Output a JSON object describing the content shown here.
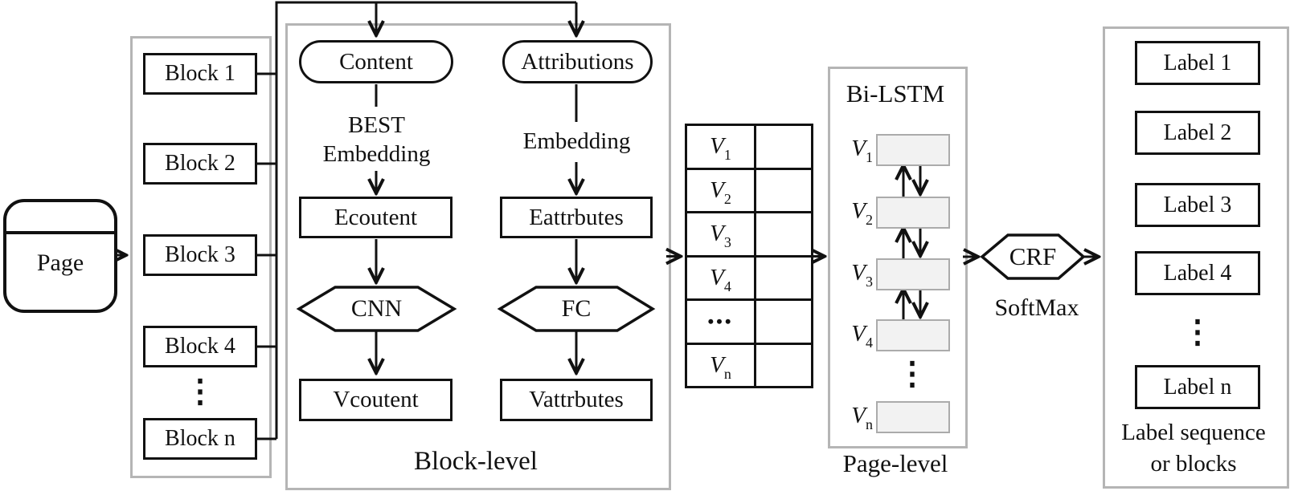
{
  "page_node": {
    "label": "Page"
  },
  "blocks_panel": {
    "items": [
      "Block 1",
      "Block 2",
      "Block 3",
      "Block 4",
      "Block n"
    ],
    "ellipsis": "⋮"
  },
  "block_level": {
    "caption": "Block-level",
    "content_branch": {
      "source": "Content",
      "embedding_line1": "BEST",
      "embedding_line2": "Embedding",
      "embedding_box": "Ecoutent",
      "operator": "CNN",
      "output_box": "Vcoutent"
    },
    "attribution_branch": {
      "source": "Attributions",
      "embedding_label": "Embedding",
      "embedding_box": "Eattrbutes",
      "operator": "FC",
      "output_box": "Vattrbutes"
    }
  },
  "vector_table": {
    "rows": [
      {
        "base": "V",
        "sub": "1"
      },
      {
        "base": "V",
        "sub": "2"
      },
      {
        "base": "V",
        "sub": "3"
      },
      {
        "base": "V",
        "sub": "4"
      },
      {
        "dots": "•••"
      },
      {
        "base": "V",
        "sub": "n"
      }
    ]
  },
  "page_level": {
    "title": "Bi-LSTM",
    "caption": "Page-level",
    "rows": [
      {
        "base": "V",
        "sub": "1"
      },
      {
        "base": "V",
        "sub": "2"
      },
      {
        "base": "V",
        "sub": "3"
      },
      {
        "base": "V",
        "sub": "4"
      },
      {
        "base": "V",
        "sub": "n"
      }
    ],
    "ellipsis": "⋮"
  },
  "classifier": {
    "label": "CRF",
    "sublabel": "SoftMax"
  },
  "labels_panel": {
    "items": [
      "Label 1",
      "Label 2",
      "Label 3",
      "Label 4",
      "Label n"
    ],
    "ellipsis": "⋮",
    "caption_line1": "Label sequence",
    "caption_line2": "or blocks"
  },
  "colors": {
    "line": "#111111",
    "container_border": "#b5b5b5",
    "lstm_cell_fill": "#f2f2f2",
    "lstm_cell_border": "#ababab"
  }
}
